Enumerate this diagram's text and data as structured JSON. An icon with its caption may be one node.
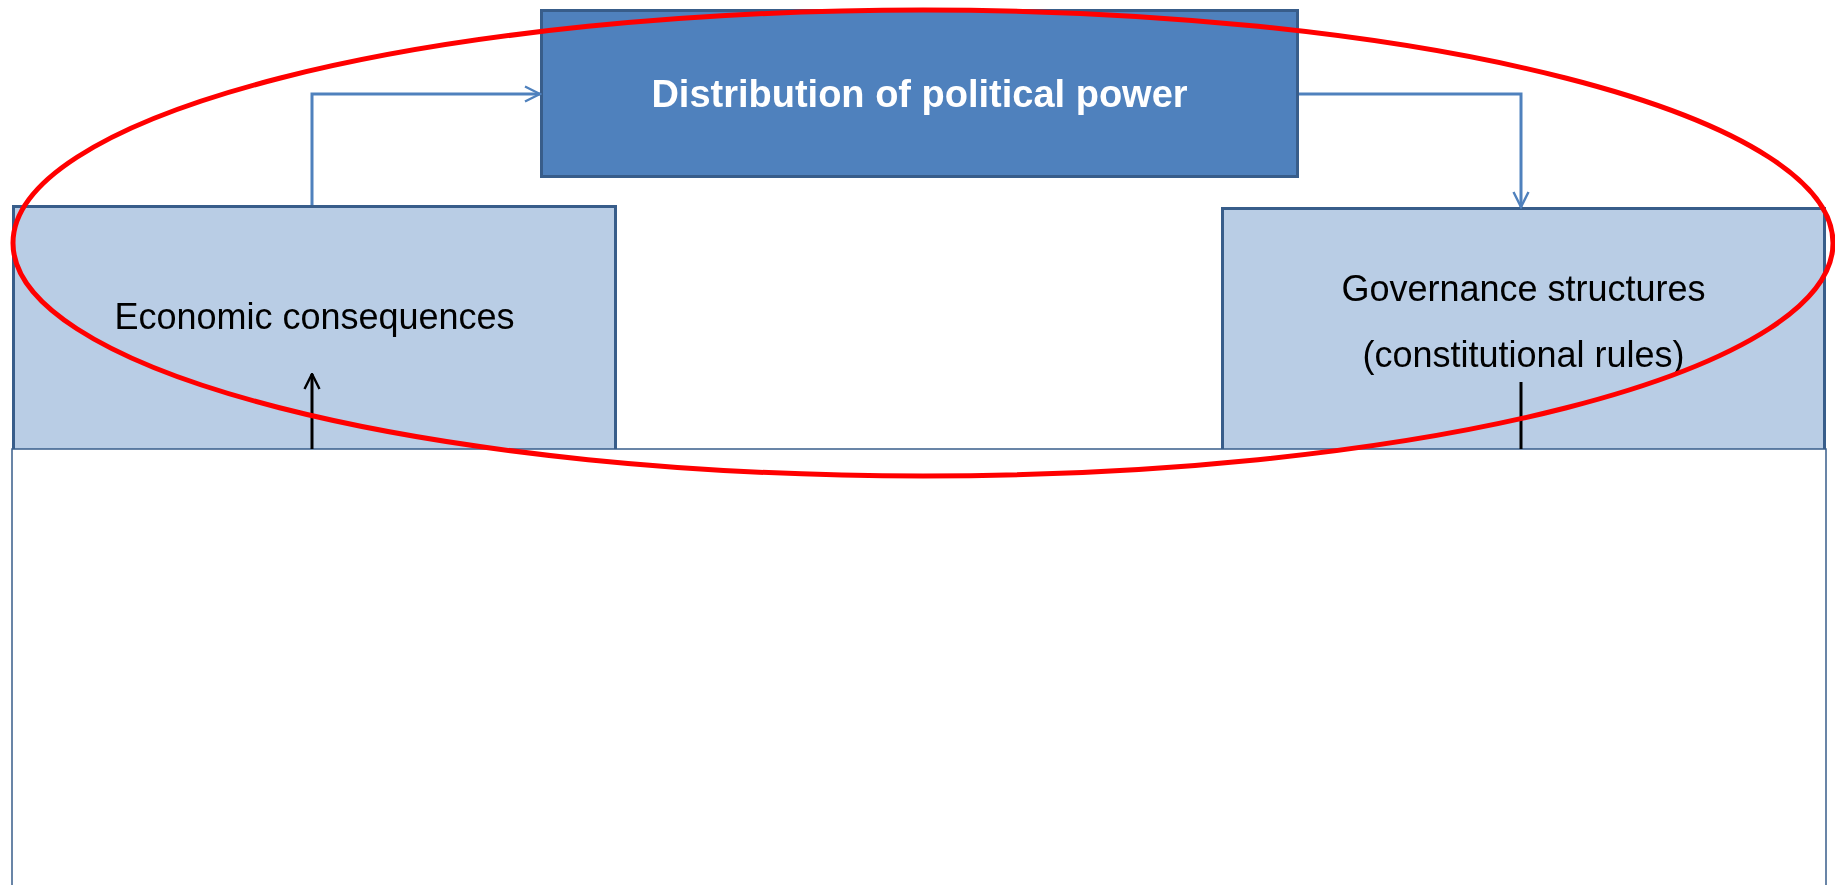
{
  "diagram": {
    "nodes": [
      {
        "text": [
          "Distribution of political power"
        ]
      },
      {
        "text": [
          "Economic consequences"
        ]
      },
      {
        "text": [
          "Governance structures (constitutional rules)"
        ]
      }
    ],
    "edges": [
      {
        "from": 1,
        "to": 0,
        "arrow": "to",
        "color": "#4f81bd"
      },
      {
        "from": 0,
        "to": 2,
        "arrow": "to",
        "color": "#4f81bd"
      },
      {
        "from": null,
        "to": 1,
        "arrow": "to",
        "color": "#000000"
      },
      {
        "from": 2,
        "to": null,
        "arrow": "none",
        "color": "#000000"
      }
    ]
  }
}
